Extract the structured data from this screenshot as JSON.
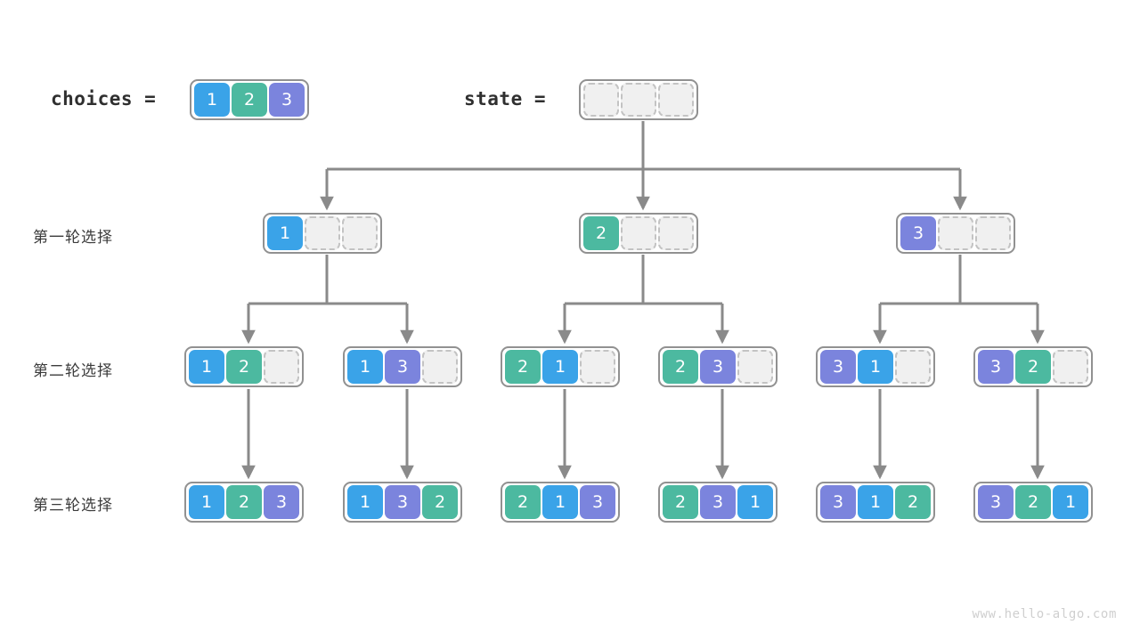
{
  "title": "Permutation backtracking tree (full permutations of 1,2,3)",
  "palette": {
    "value_1": "#3aa3e8",
    "value_2": "#4cb9a0",
    "value_3": "#7b84dd",
    "empty_fill": "#f0f0f0",
    "empty_border": "#c3c3c3",
    "node_border": "#919191",
    "edge": "#8a8a8a",
    "text": "#3b3b3b",
    "watermark": "#cfcfcf",
    "background": "#ffffff"
  },
  "header": {
    "choices_label": "choices =",
    "choices_values": [
      1,
      2,
      3
    ],
    "state_label": "state =",
    "state_values": [
      null,
      null,
      null
    ]
  },
  "row_labels": [
    "第一轮选择",
    "第二轮选择",
    "第三轮选择"
  ],
  "rows": {
    "round1": [
      {
        "values": [
          1,
          null,
          null
        ]
      },
      {
        "values": [
          2,
          null,
          null
        ]
      },
      {
        "values": [
          3,
          null,
          null
        ]
      }
    ],
    "round2": [
      {
        "values": [
          1,
          2,
          null
        ]
      },
      {
        "values": [
          1,
          3,
          null
        ]
      },
      {
        "values": [
          2,
          1,
          null
        ]
      },
      {
        "values": [
          2,
          3,
          null
        ]
      },
      {
        "values": [
          3,
          1,
          null
        ]
      },
      {
        "values": [
          3,
          2,
          null
        ]
      }
    ],
    "round3": [
      {
        "values": [
          1,
          2,
          3
        ]
      },
      {
        "values": [
          1,
          3,
          2
        ]
      },
      {
        "values": [
          2,
          1,
          3
        ]
      },
      {
        "values": [
          2,
          3,
          1
        ]
      },
      {
        "values": [
          3,
          1,
          2
        ]
      },
      {
        "values": [
          3,
          2,
          1
        ]
      }
    ]
  },
  "watermark": "www.hello-algo.com"
}
